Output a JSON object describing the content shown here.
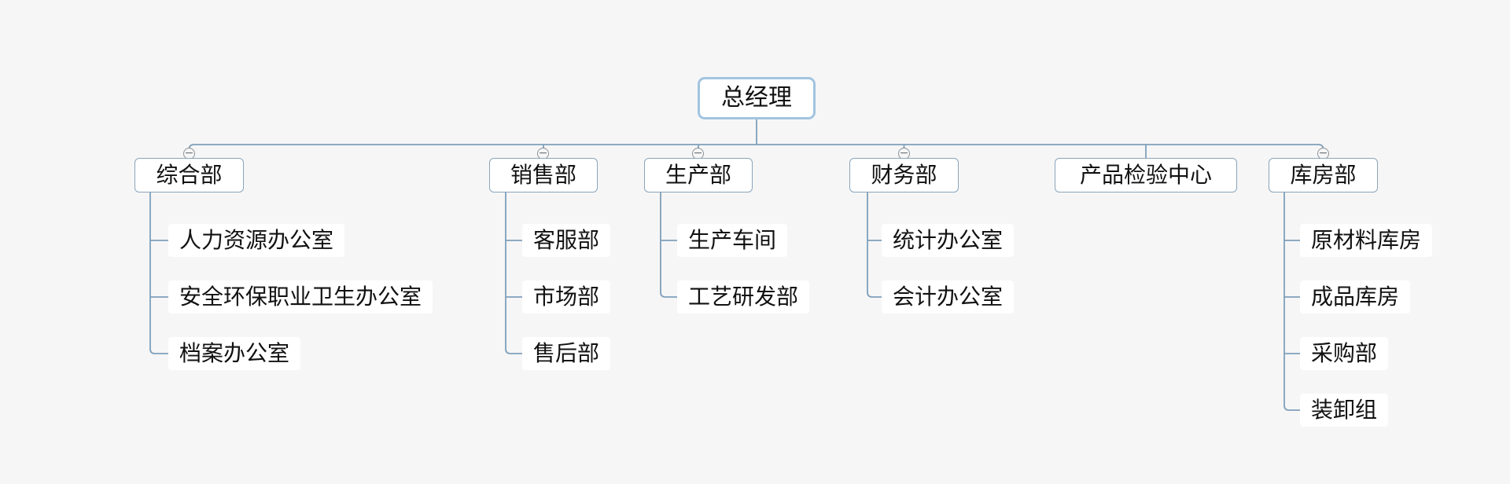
{
  "diagram": {
    "type": "org-chart",
    "collapse_glyph": "−",
    "root": {
      "label": "总经理"
    },
    "branches": [
      {
        "label": "综合部",
        "collapsible": true,
        "children": [
          "人力资源办公室",
          "安全环保职业卫生办公室",
          "档案办公室"
        ]
      },
      {
        "label": "销售部",
        "collapsible": true,
        "children": [
          "客服部",
          "市场部",
          "售后部"
        ]
      },
      {
        "label": "生产部",
        "collapsible": true,
        "children": [
          "生产车间",
          "工艺研发部"
        ]
      },
      {
        "label": "财务部",
        "collapsible": true,
        "children": [
          "统计办公室",
          "会计办公室"
        ]
      },
      {
        "label": "产品检验中心",
        "collapsible": false,
        "children": []
      },
      {
        "label": "库房部",
        "collapsible": true,
        "children": [
          "原材料库房",
          "成品库房",
          "采购部",
          "装卸组"
        ]
      }
    ],
    "colors": {
      "canvas": "#f6f6f6",
      "connector": "#7f9fba",
      "root_border": "#a2c4e0",
      "branch_border": "#8aa5bb",
      "node_fill": "#ffffff",
      "toggle_border": "#8d9399",
      "text": "#111111"
    }
  }
}
